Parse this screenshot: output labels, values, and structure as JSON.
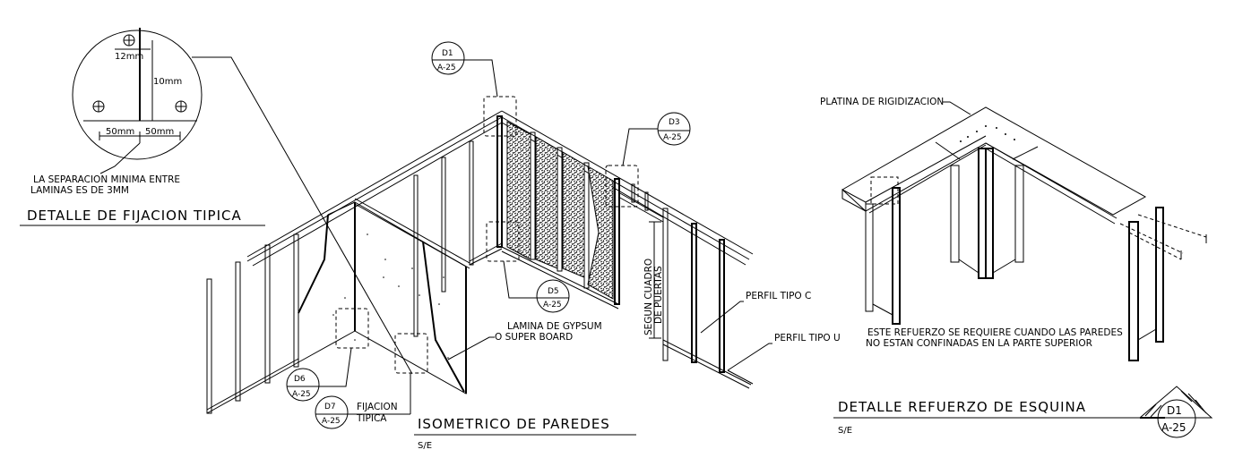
{
  "fixing_detail": {
    "dimensions": {
      "d_12": "12mm",
      "d_10": "10mm",
      "d_50_left": "50mm",
      "d_50_right": "50mm"
    },
    "note_line1": "LA SEPARACION MINIMA ENTRE",
    "note_line2": "LAMINAS ES DE 3MM",
    "title": "DETALLE DE FIJACION TIPICA"
  },
  "isometric": {
    "title": "ISOMETRICO DE PAREDES",
    "scale": "S/E",
    "tags": [
      {
        "id": "D1",
        "sheet": "A-25"
      },
      {
        "id": "D3",
        "sheet": "A-25"
      },
      {
        "id": "D5",
        "sheet": "A-25"
      },
      {
        "id": "D6",
        "sheet": "A-25"
      },
      {
        "id": "D7",
        "sheet": "A-25"
      }
    ],
    "labels": {
      "gypsum_line1": "LAMINA DE GYPSUM",
      "gypsum_line2": "O SUPER BOARD",
      "door_line1": "SEGUN CUADRO",
      "door_line2": "DE PUERTAS",
      "profile_c": "PERFIL TIPO C",
      "profile_u": "PERFIL TIPO U",
      "fixing_line1": "FIJACION",
      "fixing_line2": "TIPICA"
    }
  },
  "corner_detail": {
    "plate_label": "PLATINA DE RIGIDIZACION",
    "note_line1": "ESTE REFUERZO SE REQUIERE CUANDO LAS PAREDES",
    "note_line2": "NO ESTAN CONFINADAS EN LA PARTE SUPERIOR",
    "title": "DETALLE REFUERZO DE ESQUINA",
    "scale": "S/E",
    "tag": {
      "id": "D1",
      "sheet": "A-25"
    }
  }
}
